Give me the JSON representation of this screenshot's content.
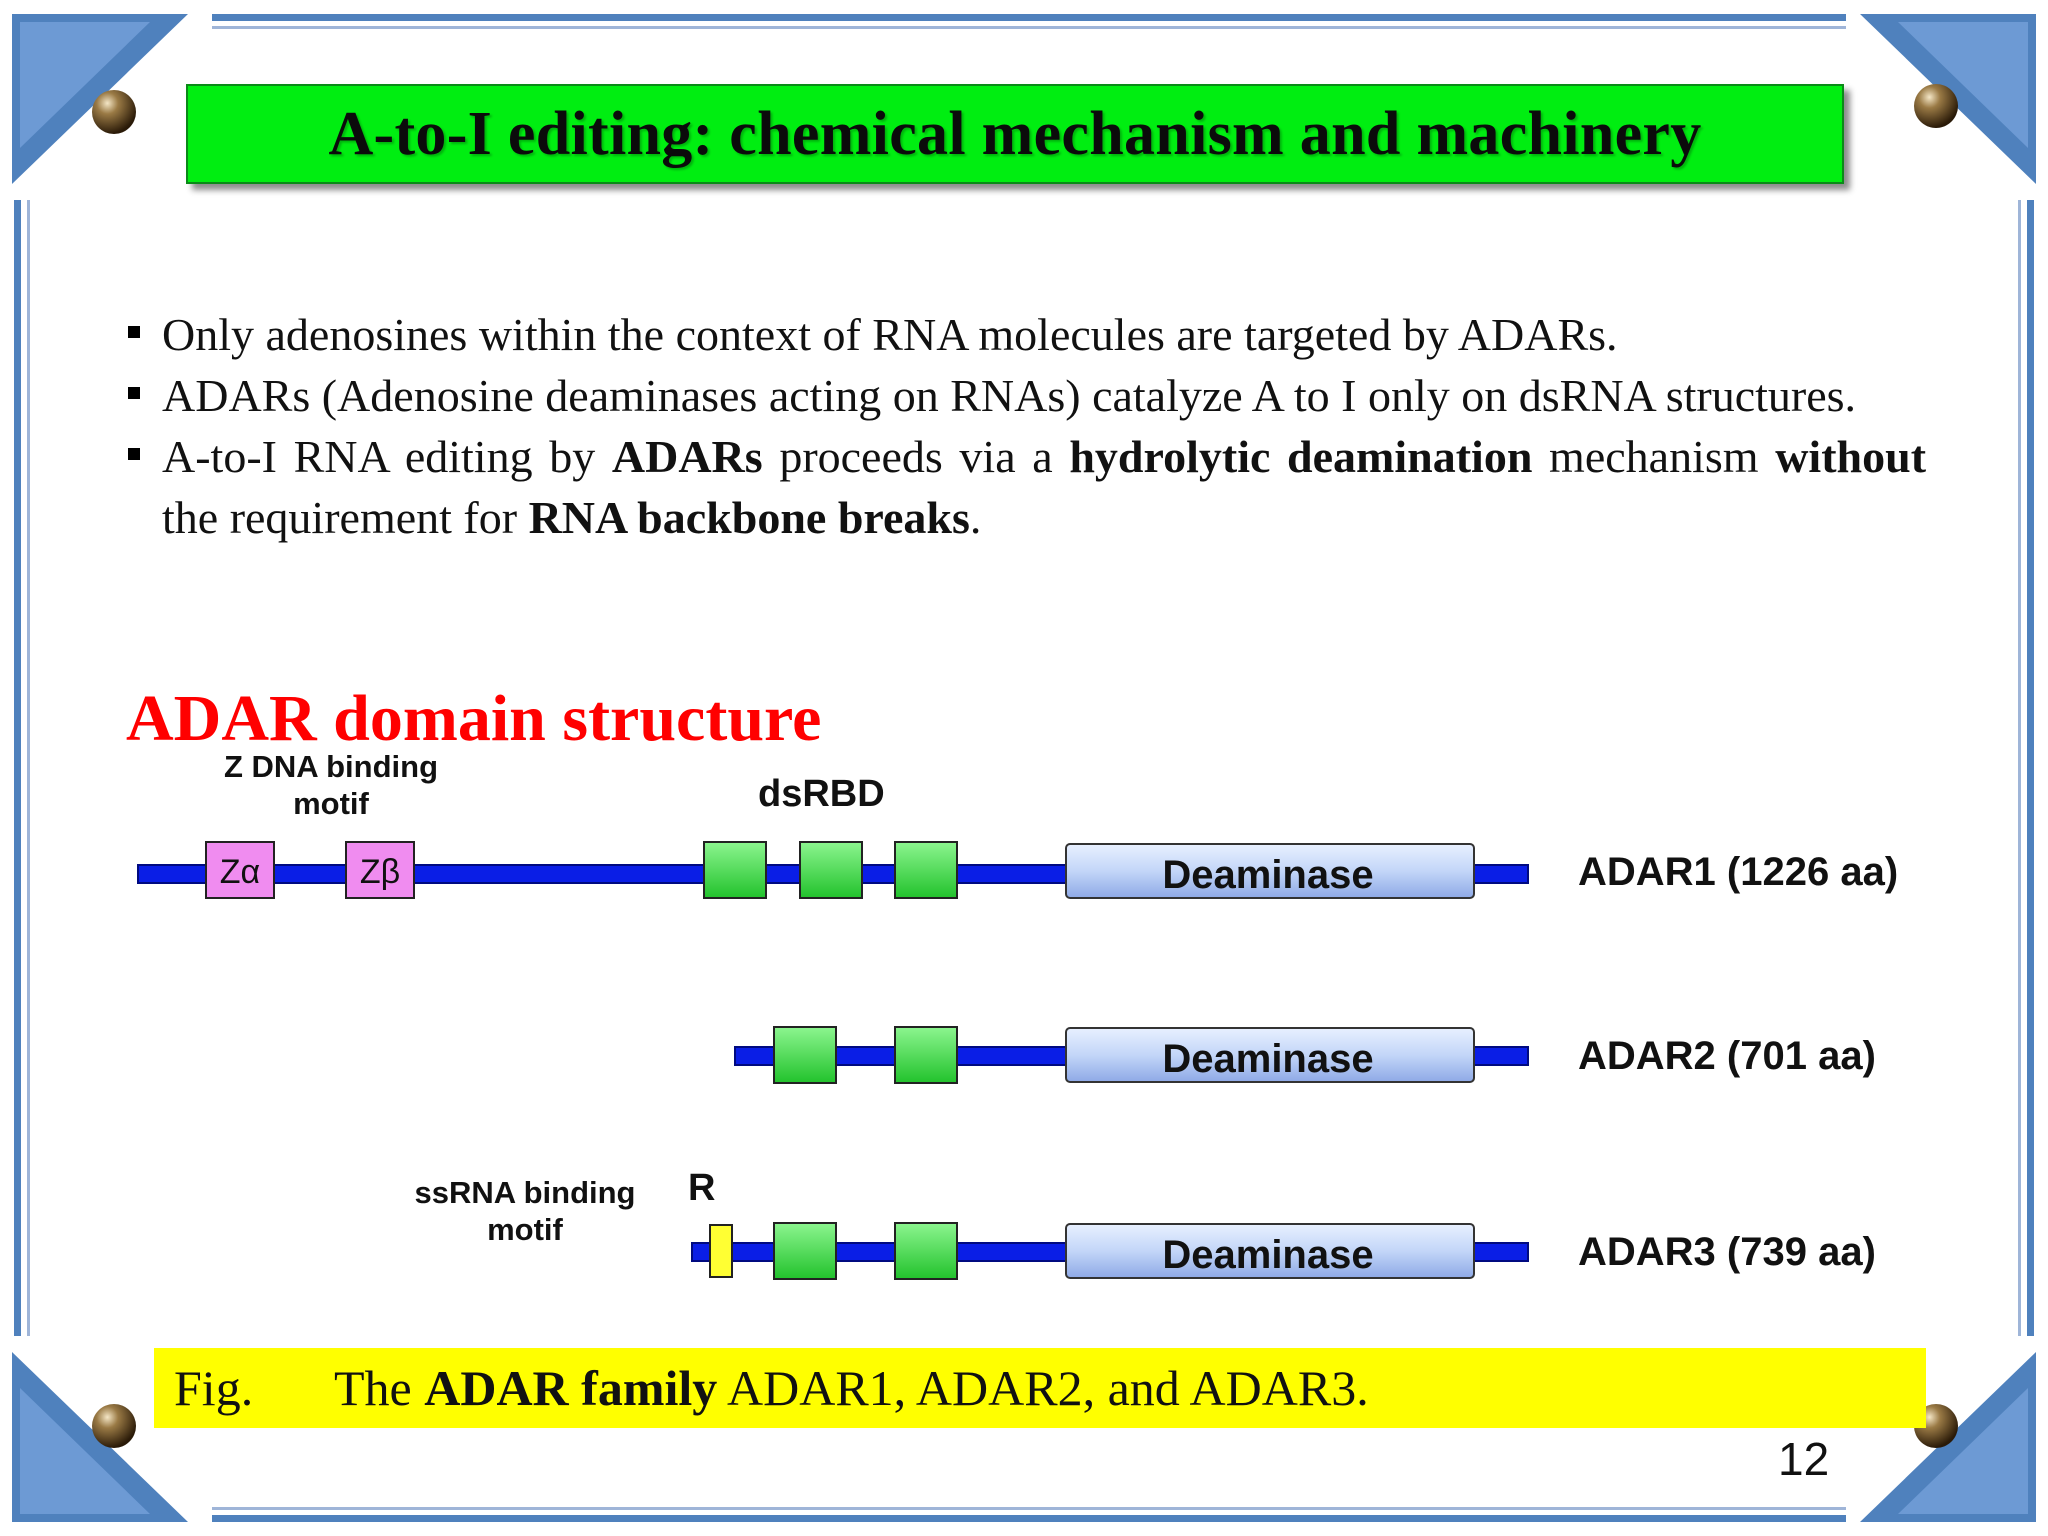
{
  "slide": {
    "title": "A-to-I editing: chemical mechanism and machinery",
    "bullets": [
      {
        "parts": [
          "Only adenosines within the context of RNA molecules are targeted by ADARs."
        ]
      },
      {
        "parts": [
          "ADARs  (Adenosine deaminases acting on RNAs) catalyze A to I only on dsRNA structures."
        ]
      },
      {
        "parts": [
          "A-to-I RNA editing by ",
          "ADARs",
          " proceeds via a ",
          "hydrolytic deamination",
          " mechanism ",
          "without",
          " the requirement for ",
          "RNA backbone breaks",
          "."
        ]
      }
    ],
    "section_heading": "ADAR domain structure",
    "diagram": {
      "z_dna_label": "Z DNA binding motif",
      "dsrbd_label": "dsRBD",
      "ssrna_label": "ssRNA binding motif",
      "r_label": "R",
      "z_alpha": "Zα",
      "z_beta": "Zβ",
      "deaminase_label": "Deaminase",
      "proteins": [
        {
          "name": "ADAR1 (1226 aa)"
        },
        {
          "name": "ADAR2 (701 aa)"
        },
        {
          "name": "ADAR3 (739 aa)"
        }
      ]
    },
    "caption": {
      "prefix": "Fig.",
      "text_before": "The ",
      "bold": "ADAR family",
      "text_after": " ADAR1, ADAR2, and ADAR3."
    },
    "page_number": "12",
    "colors": {
      "title_banner": "#00ee11",
      "heading": "#ff0000",
      "caption_bg": "#ffff00",
      "backbone": "#0a1ee6",
      "dsrbd": "#3ddc44",
      "z_domain": "#ee82ee",
      "deaminase": "#b8cff5",
      "r_motif": "#ffff33",
      "frame": "#4f81bd"
    }
  }
}
